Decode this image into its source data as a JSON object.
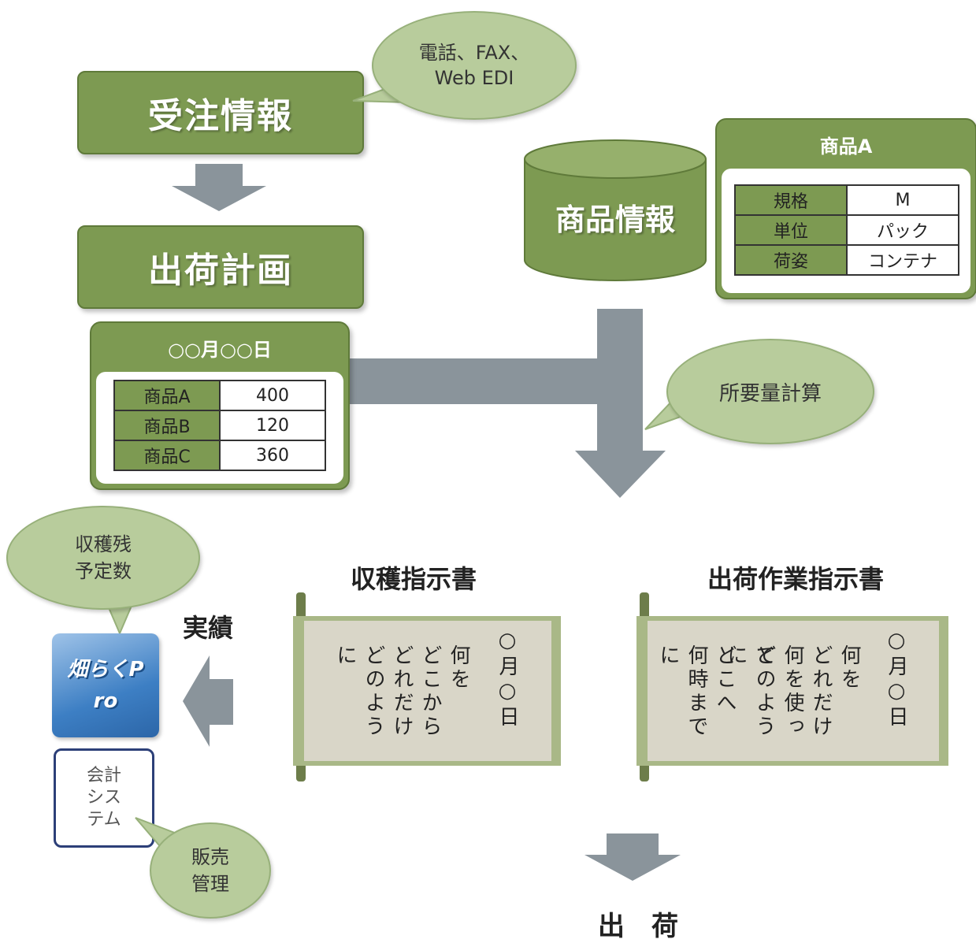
{
  "order_info": {
    "title": "受注情報"
  },
  "order_bubble": {
    "text": "電話、FAX、\nWeb EDI"
  },
  "shipping_plan": {
    "title": "出荷計画"
  },
  "plan_panel": {
    "date": "○○月○○日",
    "rows": [
      {
        "item": "商品A",
        "qty": "400"
      },
      {
        "item": "商品B",
        "qty": "120"
      },
      {
        "item": "商品C",
        "qty": "360"
      }
    ]
  },
  "product_db": {
    "title": "商品情報"
  },
  "product_panel": {
    "title": "商品A",
    "rows": [
      {
        "key": "規格",
        "value": "M"
      },
      {
        "key": "単位",
        "value": "パック"
      },
      {
        "key": "荷姿",
        "value": "コンテナ"
      }
    ]
  },
  "calc_bubble": {
    "text": "所要量計算"
  },
  "harvest_bubble": {
    "text": "収穫残\n予定数"
  },
  "results_label": {
    "text": "実績"
  },
  "app_logo": {
    "text": "畑らくPro"
  },
  "accounting": {
    "text": "会計\nシス\nテム"
  },
  "sales_bubble": {
    "text": "販売\n管理"
  },
  "harvest_doc": {
    "title": "収穫指示書",
    "date_col": "○月○日",
    "lines": [
      "何を",
      "どこから",
      "どれだけ",
      "どのように"
    ]
  },
  "shipping_doc": {
    "title": "出荷作業指示書",
    "date_col": "○月○日",
    "lines": [
      "何を",
      "どれだけ",
      "何を使って",
      "どのように",
      "どこへ",
      "何時までに"
    ]
  },
  "shipping_label": {
    "text": "出　荷"
  },
  "colors": {
    "green": "#7d9a52",
    "light_green": "#b8cc9c",
    "arrow_gray": "#8a949b",
    "scroll_bg": "#d9d6c8"
  }
}
